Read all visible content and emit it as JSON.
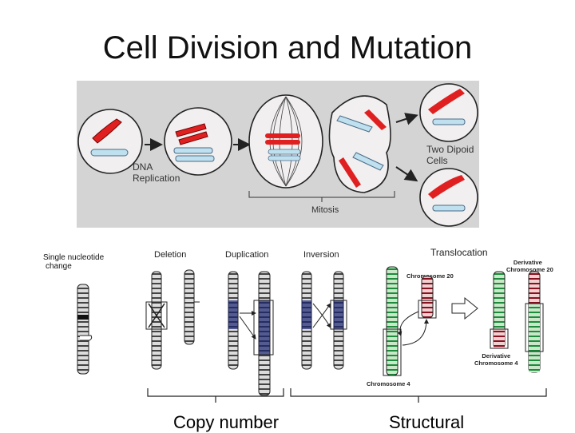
{
  "title": "Cell Division and Mutation",
  "mitosis": {
    "dna_replication_line1": "DNA",
    "dna_replication_line2": "Replication",
    "mitosis_label": "Mitosis",
    "two_cells_line1": "Two Dipoid",
    "two_cells_line2": "Cells"
  },
  "mutations": {
    "single_nucleotide_line1": "Single nucleotide",
    "single_nucleotide_line2": "change",
    "deletion": "Deletion",
    "duplication": "Duplication",
    "inversion": "Inversion",
    "translocation": "Translocation",
    "chromosome20": "Chromosome 20",
    "chromosome4": "Chromosome 4",
    "derivative20_line1": "Derivative",
    "derivative20_line2": "Chromosome 20",
    "derivative4_line1": "Derivative",
    "derivative4_line2": "Chromosome 4"
  },
  "groups": {
    "copy_number": "Copy number",
    "structural": "Structural"
  },
  "colors": {
    "red_chromosome": "#e02020",
    "blue_chromosome": "#bfe0ee",
    "green_chromosome": "#1c8c3c",
    "maroon_band": "#8a1020",
    "navy_band": "#1a2470"
  }
}
